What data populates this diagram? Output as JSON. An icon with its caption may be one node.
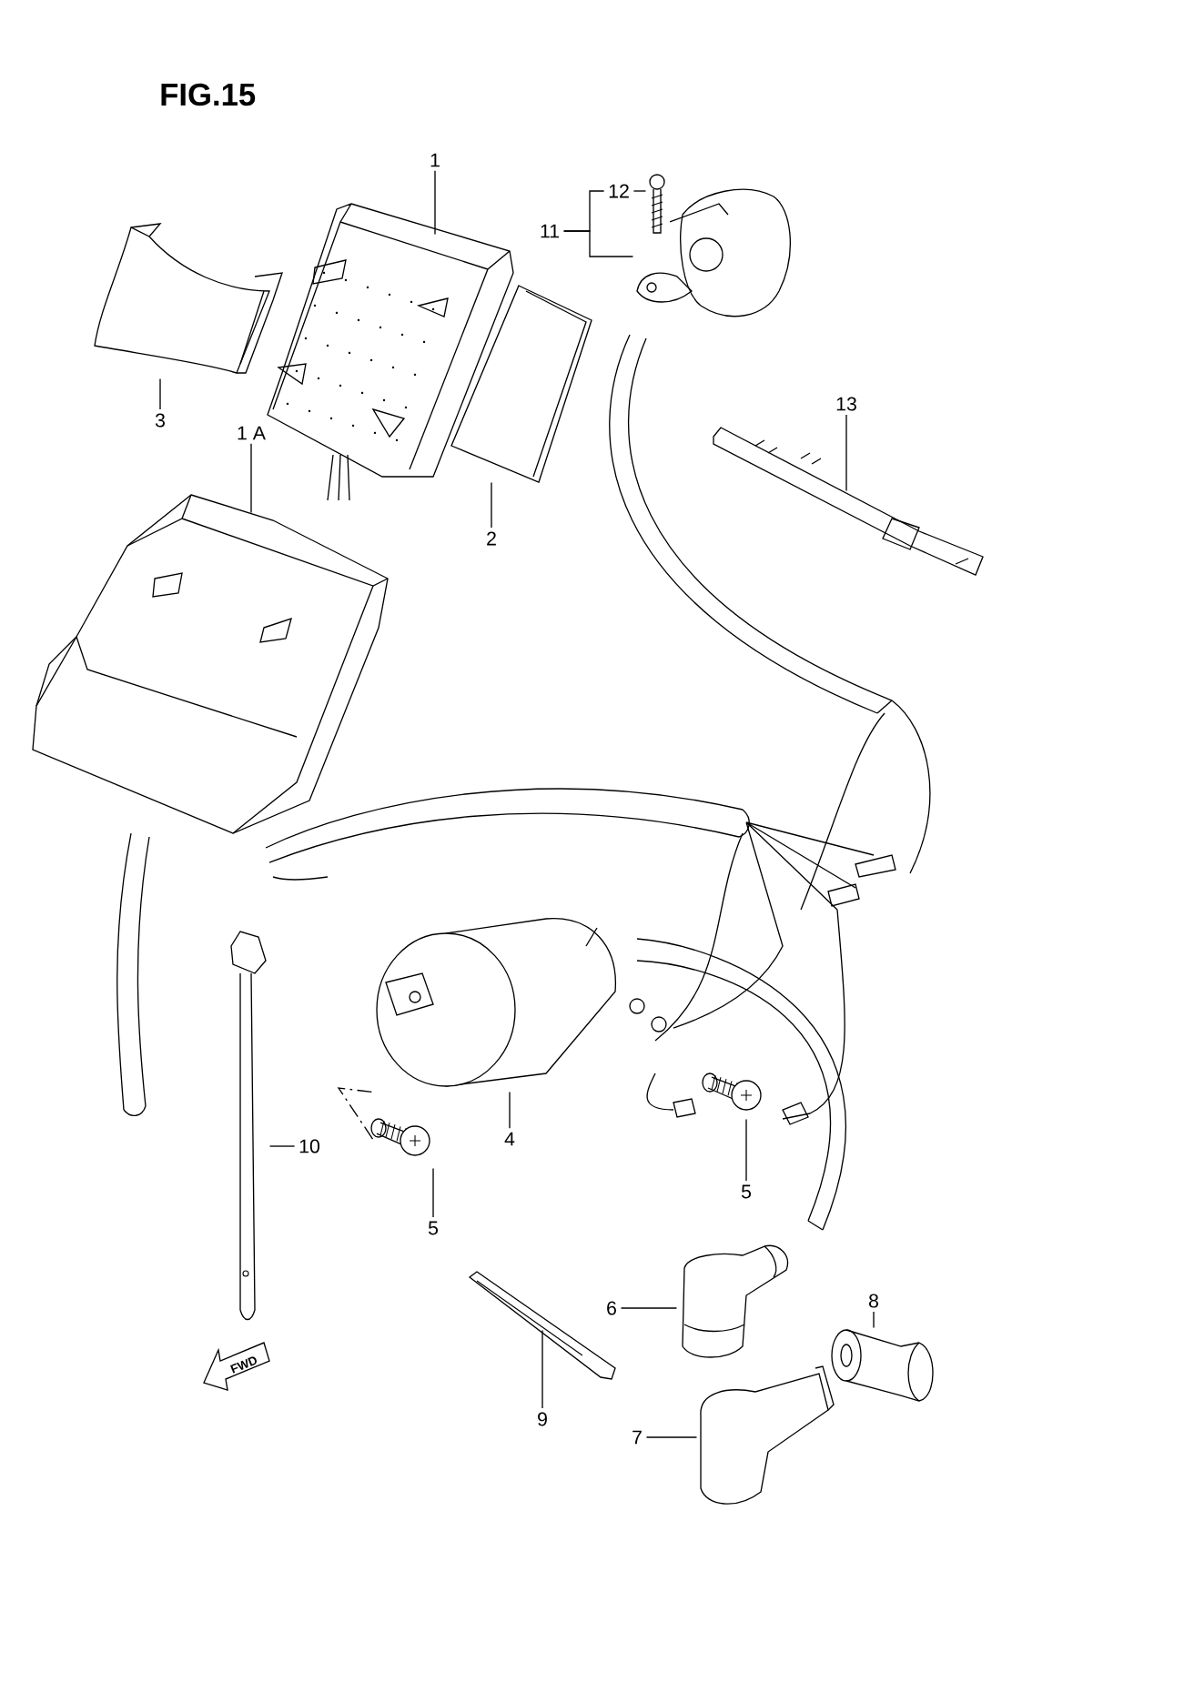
{
  "diagram": {
    "title": "FIG.15",
    "nodes": [
      {
        "text": [
          "1"
        ]
      },
      {
        "text": [],
        "shape": "picture"
      },
      {
        "text": [
          "1 A"
        ]
      },
      {
        "text": [],
        "shape": "picture"
      },
      {
        "text": [
          "2"
        ]
      },
      {
        "text": [],
        "shape": "picture"
      },
      {
        "text": [
          "3"
        ]
      },
      {
        "text": [],
        "shape": "picture"
      },
      {
        "text": [
          "11"
        ]
      },
      {
        "text": [
          "12"
        ]
      },
      {
        "text": [],
        "shape": "picture"
      },
      {
        "text": [],
        "shape": "picture"
      },
      {
        "text": [
          "13"
        ]
      },
      {
        "text": [],
        "shape": "picture"
      },
      {
        "text": [
          "4"
        ]
      },
      {
        "text": [],
        "shape": "picture"
      },
      {
        "text": [
          "5"
        ]
      },
      {
        "text": [],
        "shape": "picture"
      },
      {
        "text": [
          "5"
        ]
      },
      {
        "text": [],
        "shape": "picture"
      },
      {
        "text": [
          "10"
        ]
      },
      {
        "text": [],
        "shape": "picture"
      },
      {
        "text": [
          "6"
        ]
      },
      {
        "text": [],
        "shape": "picture"
      },
      {
        "text": [
          "8"
        ]
      },
      {
        "text": [],
        "shape": "picture"
      },
      {
        "text": [
          "9"
        ]
      },
      {
        "text": [],
        "shape": "picture"
      },
      {
        "text": [
          "7"
        ]
      },
      {
        "text": [],
        "shape": "picture"
      }
    ],
    "edges": [
      {
        "from": 0,
        "to": 1,
        "arrow": "none"
      },
      {
        "from": 2,
        "to": 3,
        "arrow": "none"
      },
      {
        "from": 4,
        "to": 5,
        "arrow": "none"
      },
      {
        "from": 6,
        "to": 7,
        "arrow": "none"
      },
      {
        "from": 8,
        "to": 11,
        "arrow": "none"
      },
      {
        "from": 9,
        "to": 10,
        "arrow": "none"
      },
      {
        "from": 12,
        "to": 13,
        "arrow": "none"
      },
      {
        "from": 14,
        "to": 15,
        "arrow": "none"
      },
      {
        "from": 16,
        "to": 17,
        "arrow": "none"
      },
      {
        "from": 18,
        "to": 19,
        "arrow": "none"
      },
      {
        "from": 20,
        "to": 21,
        "arrow": "none"
      },
      {
        "from": 22,
        "to": 23,
        "arrow": "none"
      },
      {
        "from": 24,
        "to": 25,
        "arrow": "none"
      },
      {
        "from": 26,
        "to": 27,
        "arrow": "none"
      },
      {
        "from": 28,
        "to": 29,
        "arrow": "none"
      },
      {
        "from": 17,
        "to": 15,
        "arrow": "none",
        "style": "dashed"
      },
      {
        "from": 8,
        "to": 9,
        "arrow": "none"
      }
    ],
    "labels": [
      "FWD"
    ]
  }
}
